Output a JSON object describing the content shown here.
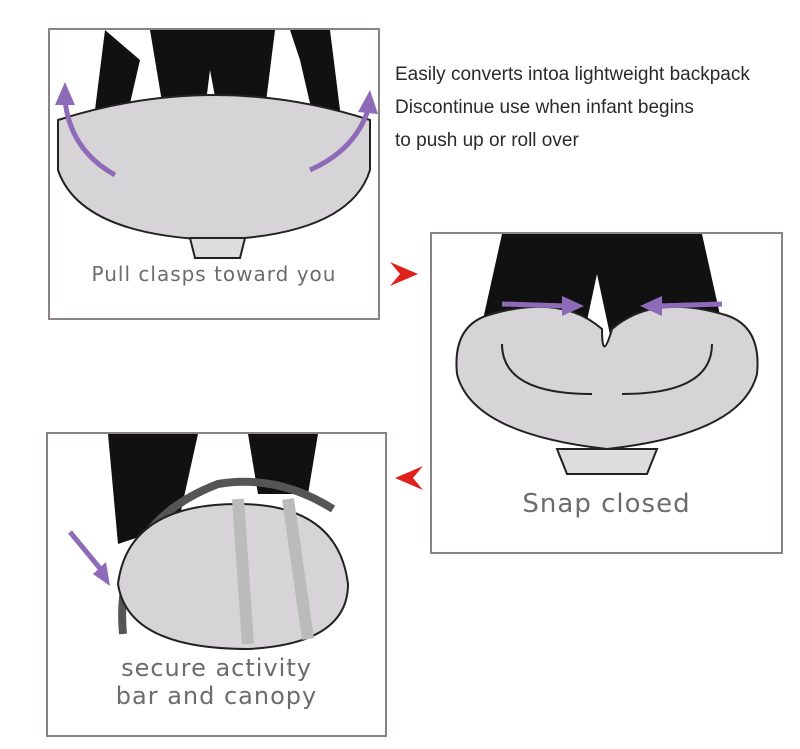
{
  "notes": [
    "Easily converts intoa lightweight backpack",
    "Discontinue use when infant begins",
    "to push up or roll over"
  ],
  "steps": [
    {
      "caption": "Pull clasps toward you"
    },
    {
      "caption": "Snap closed"
    },
    {
      "caption_line1": "secure activity",
      "caption_line2": "bar and canopy"
    }
  ],
  "colors": {
    "accent_arrow": "#8e6bb8",
    "chevron": "#e0201b",
    "cushion": "#d6d4d6",
    "border": "#8a8489"
  }
}
